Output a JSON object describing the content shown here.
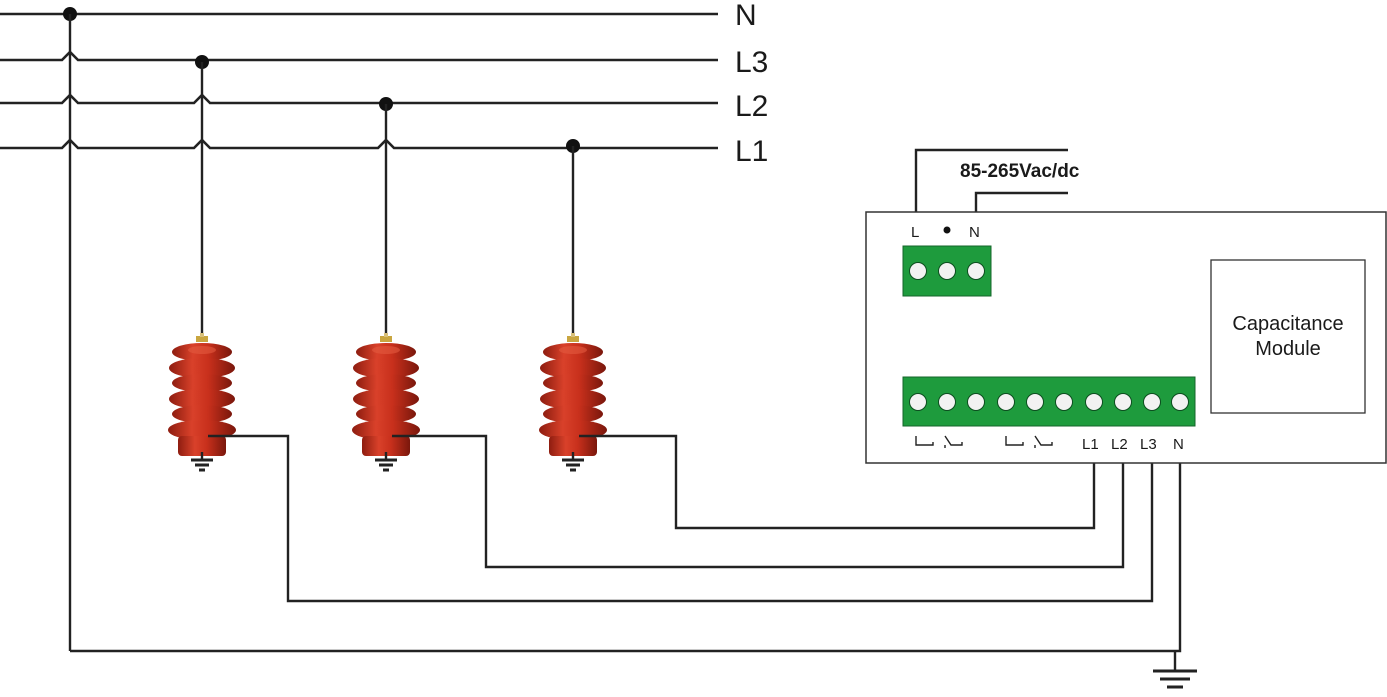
{
  "bus": {
    "N": "N",
    "L3": "L3",
    "L2": "L2",
    "L1": "L1"
  },
  "power_supply": {
    "label": "85-265Vac/dc",
    "terminal_L": "L",
    "terminal_N": "N"
  },
  "terminals": {
    "L1": "L1",
    "L2": "L2",
    "L3": "L3",
    "N": "N"
  },
  "capacitance_module": {
    "line1": "Capacitance",
    "line2": "Module"
  },
  "colors": {
    "terminal_block": "#1e9b3d",
    "insulator": "#c8301c",
    "wire": "#222222"
  },
  "icons": {
    "ground": "ground-symbol-icon",
    "junction": "junction-dot-icon",
    "insulator": "insulator-sensor-icon",
    "relay": "relay-contact-icon"
  }
}
